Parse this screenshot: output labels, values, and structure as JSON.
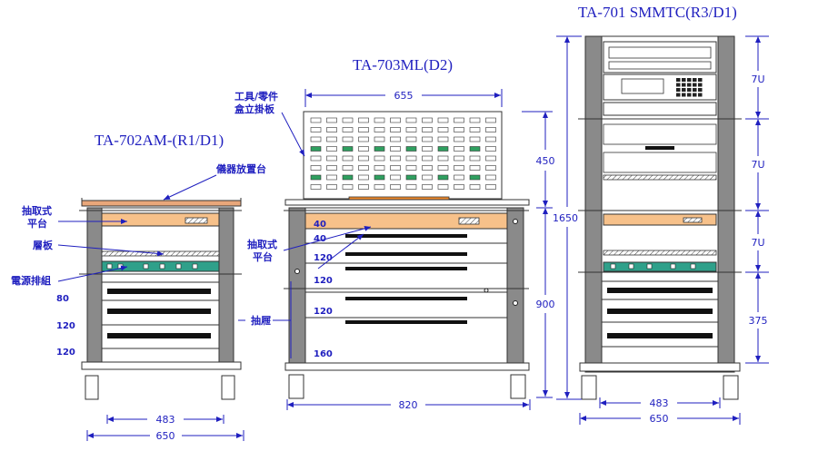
{
  "titles": {
    "left": "TA-702AM-(R1/D1)",
    "middle": "TA-703ML(D2)",
    "right": "TA-701 SMMTC(R3/D1)"
  },
  "labels": {
    "tool_board": "工具/零件",
    "tool_board_2": "盒立掛板",
    "instrument_shelf": "儀器放置台",
    "pull_platform_left": "抽取式",
    "pull_platform_left_2": "平台",
    "shelf_board": "層板",
    "power_strip": "電源排組",
    "pull_platform_mid": "抽取式",
    "pull_platform_mid_2": "平台",
    "drawer": "抽屜"
  },
  "left_rack": {
    "drawer_heights": [
      "80",
      "120",
      "120"
    ],
    "width_inner": "483",
    "width_outer": "650"
  },
  "middle_rack": {
    "drawer_heights": [
      "40",
      "40",
      "120",
      "120",
      "120",
      "160"
    ],
    "board_width": "655",
    "board_height": "450",
    "lower_height": "900",
    "total_height": "1650",
    "width": "820"
  },
  "right_rack": {
    "units": [
      "7U",
      "7U",
      "7U",
      "375"
    ],
    "width_inner": "483",
    "width_outer": "650"
  },
  "colors": {
    "line": "#1f1fbf",
    "rack_post": "#808080",
    "orange_panel": "#f7c18a",
    "top_shelf": "#e9a77a",
    "green_power": "#2fa08a",
    "peg_slot": "#2fa060"
  }
}
